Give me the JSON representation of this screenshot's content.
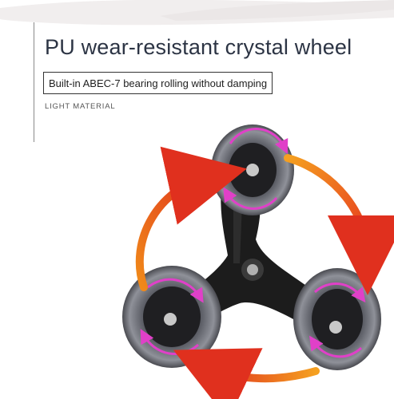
{
  "product_image": {
    "headline": "PU wear-resistant crystal wheel",
    "subtitle": "Built-in ABEC-7 bearing rolling without damping",
    "caption": "LIGHT MATERIAL"
  },
  "colors": {
    "headline": "#2c3444",
    "arrow_orange": "#f08a1a",
    "arrow_red": "#e0301e",
    "arrow_pink": "#e040c8",
    "frame": "#1c1c1c",
    "wheel": "#6e7078"
  },
  "icons": {
    "rotation_arrows": "circular-arrow-icon",
    "wheel_arrows": "wheel-rotation-arrow-icon"
  }
}
